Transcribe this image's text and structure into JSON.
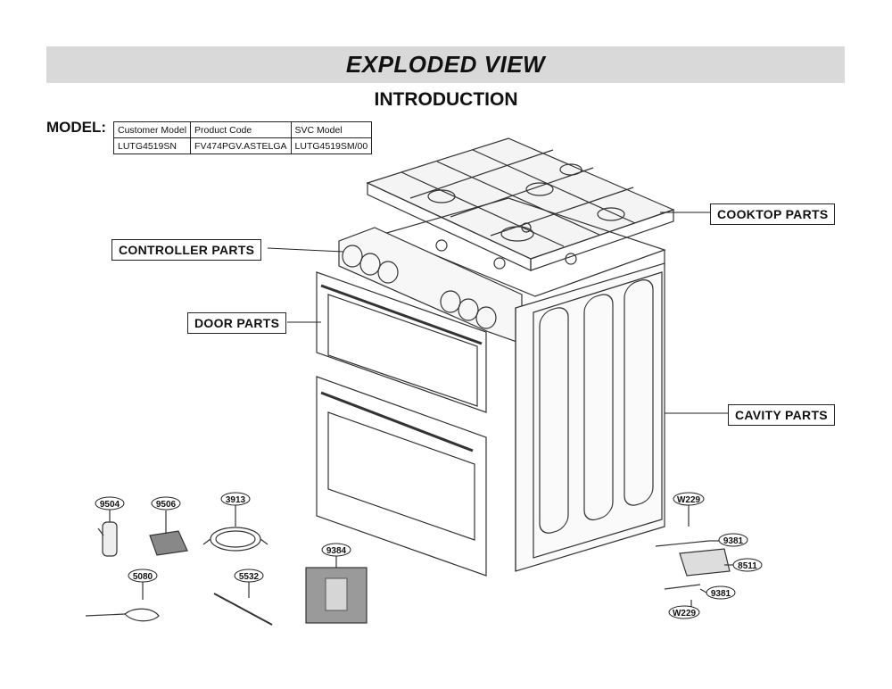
{
  "header": {
    "title": "EXPLODED VIEW",
    "subtitle": "INTRODUCTION"
  },
  "model": {
    "label": "MODEL:",
    "columns": [
      "Customer Model",
      "Product Code",
      "SVC Model"
    ],
    "values": [
      "LUTG4519SN",
      "FV474PGV.ASTELGA",
      "LUTG4519SM/00"
    ]
  },
  "callouts": {
    "cooktop": "COOKTOP PARTS",
    "controller": "CONTROLLER  PARTS",
    "door": "DOOR PARTS",
    "cavity": "CAVITY PARTS"
  },
  "part_numbers": {
    "p9504": "9504",
    "p9506": "9506",
    "p3913": "3913",
    "p5080": "5080",
    "p5532": "5532",
    "p9384": "9384",
    "w229a": "W229",
    "p9381a": "9381",
    "p8511": "8511",
    "p9381b": "9381",
    "w229b": "W229"
  }
}
